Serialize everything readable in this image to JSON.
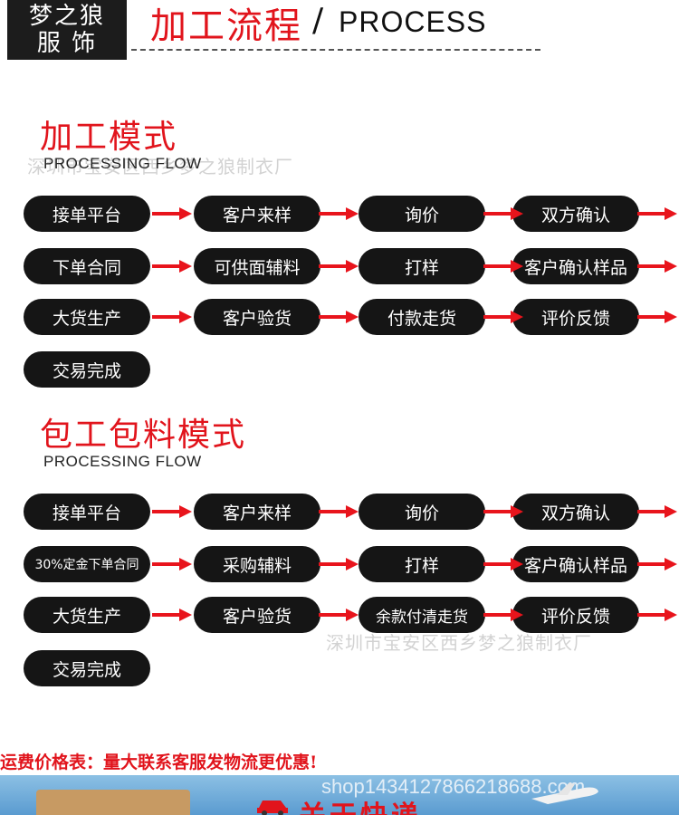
{
  "header": {
    "brand_line1": "梦之狼",
    "brand_line2": "服 饰",
    "title": "加工流程",
    "slash": "/",
    "subtitle": "PROCESS"
  },
  "section1": {
    "title": "加工模式",
    "subtitle": "PROCESSING FLOW",
    "watermark": "深圳市宝安区西乡梦之狼制衣厂",
    "steps": [
      "接单平台",
      "客户来样",
      "询价",
      "双方确认",
      "下单合同",
      "可供面辅料",
      "打样",
      "客户确认样品",
      "大货生产",
      "客户验货",
      "付款走货",
      "评价反馈",
      "交易完成"
    ]
  },
  "section2": {
    "title": "包工包料模式",
    "subtitle": "PROCESSING FLOW",
    "watermark": "深圳市宝安区西乡梦之狼制衣厂",
    "steps": [
      "接单平台",
      "客户来样",
      "询价",
      "双方确认",
      "30%定金下单合同",
      "采购辅料",
      "打样",
      "客户确认样品",
      "大货生产",
      "客户验货",
      "余款付清走货",
      "评价反馈",
      "交易完成"
    ]
  },
  "footer": {
    "shipping_text": "运费价格表：量大联系客服发物流更优惠!",
    "shop_url": "shop1434127866218688.com",
    "banner_text": "关于快递"
  },
  "colors": {
    "accent": "#e1141c",
    "pill": "#151515",
    "arrow": "#e8141c"
  }
}
